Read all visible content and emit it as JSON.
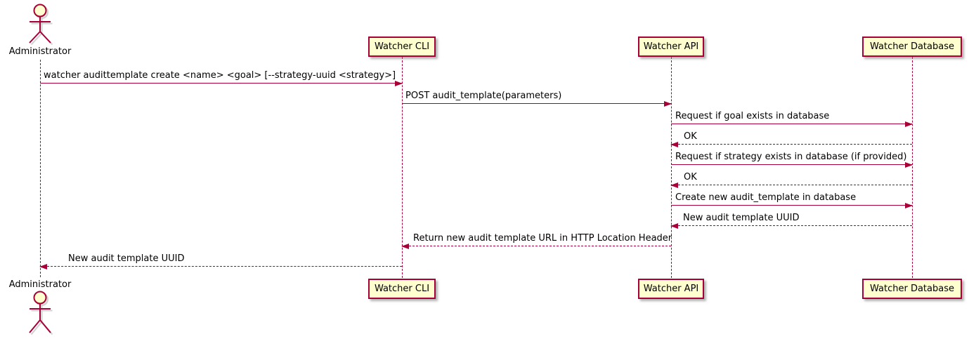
{
  "actor": {
    "label": "Administrator"
  },
  "participants": [
    {
      "label": "Watcher CLI"
    },
    {
      "label": "Watcher API"
    },
    {
      "label": "Watcher Database"
    }
  ],
  "messages": [
    {
      "from": "Administrator",
      "to": "Watcher CLI",
      "style": "solid",
      "label": "watcher audittemplate create <name> <goal> [--strategy-uuid <strategy>]"
    },
    {
      "from": "Watcher CLI",
      "to": "Watcher API",
      "style": "solid",
      "label": "POST audit_template(parameters)"
    },
    {
      "from": "Watcher API",
      "to": "Watcher Database",
      "style": "solid",
      "label": "Request if goal exists in database"
    },
    {
      "from": "Watcher Database",
      "to": "Watcher API",
      "style": "dashed",
      "label": "OK"
    },
    {
      "from": "Watcher API",
      "to": "Watcher Database",
      "style": "solid",
      "label": "Request if strategy exists in database (if provided)"
    },
    {
      "from": "Watcher Database",
      "to": "Watcher API",
      "style": "dashed",
      "label": "OK"
    },
    {
      "from": "Watcher API",
      "to": "Watcher Database",
      "style": "solid",
      "label": "Create new audit_template in database"
    },
    {
      "from": "Watcher Database",
      "to": "Watcher API",
      "style": "dashed",
      "label": "New audit template UUID"
    },
    {
      "from": "Watcher API",
      "to": "Watcher CLI",
      "style": "dashed",
      "label": "Return new audit template URL in HTTP Location Header"
    },
    {
      "from": "Watcher CLI",
      "to": "Administrator",
      "style": "dashed",
      "label": "New audit template UUID"
    }
  ],
  "colors": {
    "accent": "#A80036",
    "participant_fill": "#FEFECE",
    "background": "#FFFFFF",
    "text": "#000000"
  }
}
